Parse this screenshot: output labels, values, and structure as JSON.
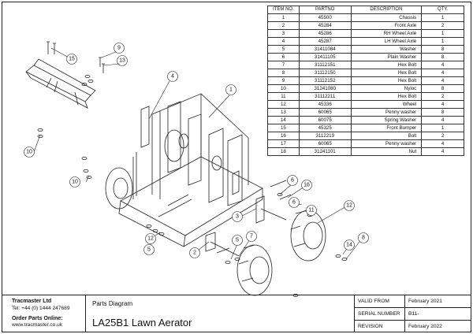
{
  "parts_table": {
    "headers": [
      "ITEM NO.",
      "PARTNO",
      "DESCRIPTION",
      "QTY."
    ],
    "rows": [
      [
        "1",
        "45500",
        "Chassis",
        "1"
      ],
      [
        "2",
        "45284",
        "Front Axle",
        "2"
      ],
      [
        "3",
        "45286",
        "RH Wheel Axle",
        "1"
      ],
      [
        "4",
        "45287",
        "LH Wheel Axle",
        "1"
      ],
      [
        "5",
        "31411084",
        "Washer",
        "8"
      ],
      [
        "6",
        "31411105",
        "Plain Washer",
        "8"
      ],
      [
        "7",
        "31112151",
        "Hex Bolt",
        "4"
      ],
      [
        "8",
        "31112150",
        "Hex Bolt",
        "4"
      ],
      [
        "9",
        "31112152",
        "Hex Bolt",
        "4"
      ],
      [
        "10",
        "31241080",
        "Nyloc",
        "8"
      ],
      [
        "11",
        "31112211",
        "Hex Bolt",
        "2"
      ],
      [
        "12",
        "45336",
        "Wheel",
        "4"
      ],
      [
        "13",
        "60065",
        "Penny washer",
        "8"
      ],
      [
        "14",
        "60075",
        "Spring Washer",
        "4"
      ],
      [
        "15",
        "45325",
        "Front Bumper",
        "1"
      ],
      [
        "16",
        "3112219",
        "Bolt",
        "2"
      ],
      [
        "17",
        "60065",
        "Penny washer",
        "4"
      ],
      [
        "18",
        "31241101",
        "Nut",
        "4"
      ]
    ]
  },
  "callouts": [
    "1",
    "2",
    "3",
    "4",
    "5",
    "6",
    "7",
    "8",
    "9",
    "10",
    "10",
    "11",
    "12",
    "13",
    "14",
    "15",
    "16",
    "5",
    "12",
    "6"
  ],
  "title_block": {
    "company": "Tracmaster Ltd",
    "phone": "Tel: +44 (0) 1444 247689",
    "order_label": "Order  Parts Online:",
    "website": "www.tracmaster.co.uk",
    "section_title": "Parts Diagram",
    "product_title": "LA25B1 Lawn Aerator",
    "meta": [
      {
        "label": "VALID FROM",
        "value": "February 2021"
      },
      {
        "label": "SERIAL NUMBER",
        "value": "B11-"
      },
      {
        "label": "REVISION",
        "value": "February 2022"
      }
    ]
  }
}
